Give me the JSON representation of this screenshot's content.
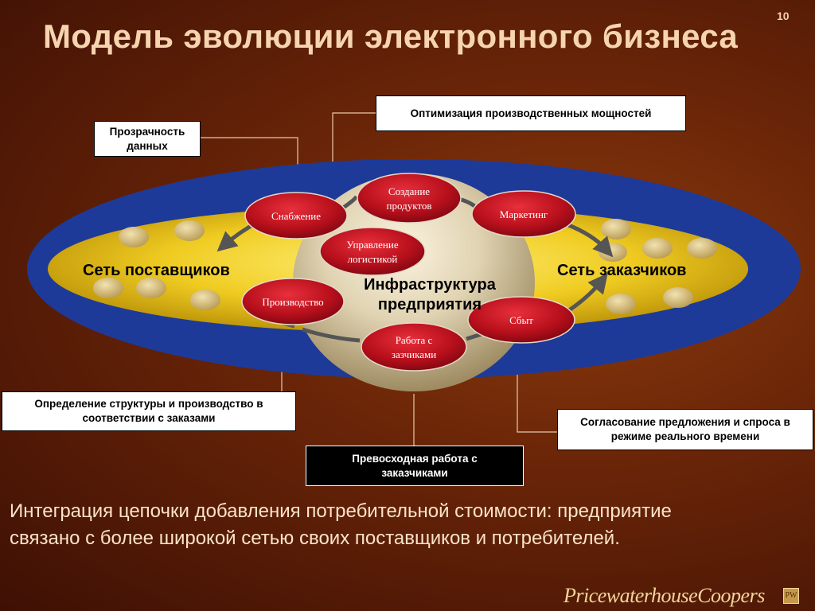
{
  "slide_number": "10",
  "title": "Модель эволюции электронного бизнеса",
  "callouts": {
    "transparency": "Прозрачность данных",
    "optimization": "Оптимизация производственных мощностей",
    "structure": "Определение структуры и производство в соответствии с заказами",
    "matching": "Согласование предложения и спроса в режиме реального времени",
    "service": "Превосходная работа с заказчиками"
  },
  "diagram": {
    "supplier_network": "Сеть поставщиков",
    "customer_network": "Сеть заказчиков",
    "infrastructure": "Инфраструктура предприятия",
    "nodes": {
      "supply": "Снабжение",
      "products": "Создание продуктов",
      "marketing": "Маркетинг",
      "logistics": "Управление логистикой",
      "production": "Производство",
      "sales": "Сбыт",
      "customer_work": "Работа с зазчиками"
    }
  },
  "bottom_text": "Интеграция цепочки добавления потребительной стоимости: предприятие связано с более широкой сетью своих поставщиков и потребителей.",
  "logo": "PricewaterhouseCoopers",
  "colors": {
    "background": "#6a2508",
    "ellipse_blue": "#1e3a98",
    "ellipse_yellow": "#e6c21c",
    "pill_red": "#b8101c",
    "title": "#f6d4b0"
  }
}
